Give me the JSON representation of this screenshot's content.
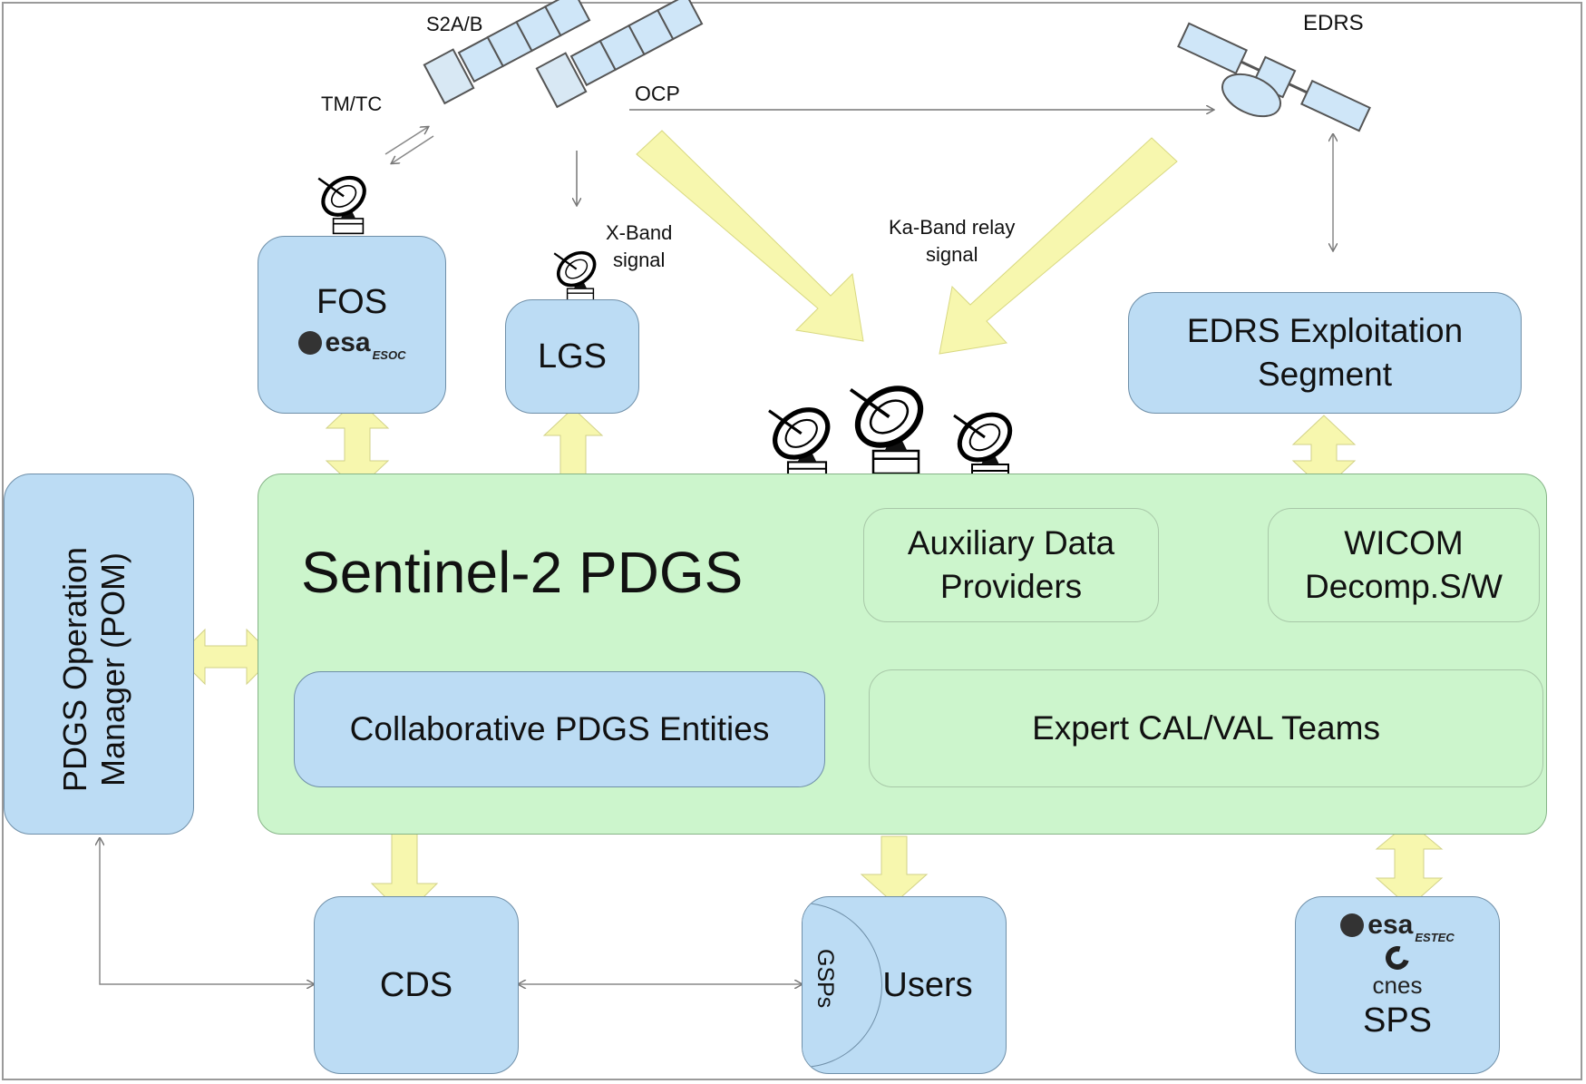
{
  "satellites": {
    "s2ab_label": "S2A/B",
    "edrs_label": "EDRS"
  },
  "links": {
    "tmtc_label": "TM/TC",
    "ocp_label": "OCP",
    "xband_label_line1": "X-Band",
    "xband_label_line2": "signal",
    "kaband_label_line1": "Ka-Band relay",
    "kaband_label_line2": "signal"
  },
  "boxes": {
    "fos": "FOS",
    "fos_logo_text": "esa",
    "fos_logo_sub": "ESOC",
    "lgs": "LGS",
    "edrs_segment_line1": "EDRS Exploitation",
    "edrs_segment_line2": "Segment",
    "pom_line1": "PDGS Operation",
    "pom_line2": "Manager (POM)",
    "pdgs_title": "Sentinel-2 PDGS",
    "aux_line1": "Auxiliary Data",
    "aux_line2": "Providers",
    "wicom_line1": "WICOM",
    "wicom_line2": "Decomp.S/W",
    "collab": "Collaborative PDGS Entities",
    "calval": "Expert CAL/VAL Teams",
    "cds": "CDS",
    "users": "Users",
    "gsps": "GSPs",
    "sps": "SPS",
    "sps_logo_esa": "esa",
    "sps_logo_esa_sub": "ESTEC",
    "sps_logo_cnes": "cnes"
  },
  "colors": {
    "box_blue": "#bcdcf4",
    "pdgs_green": "#ccf5cc",
    "arrow_yellow": "#f7f7ae"
  }
}
